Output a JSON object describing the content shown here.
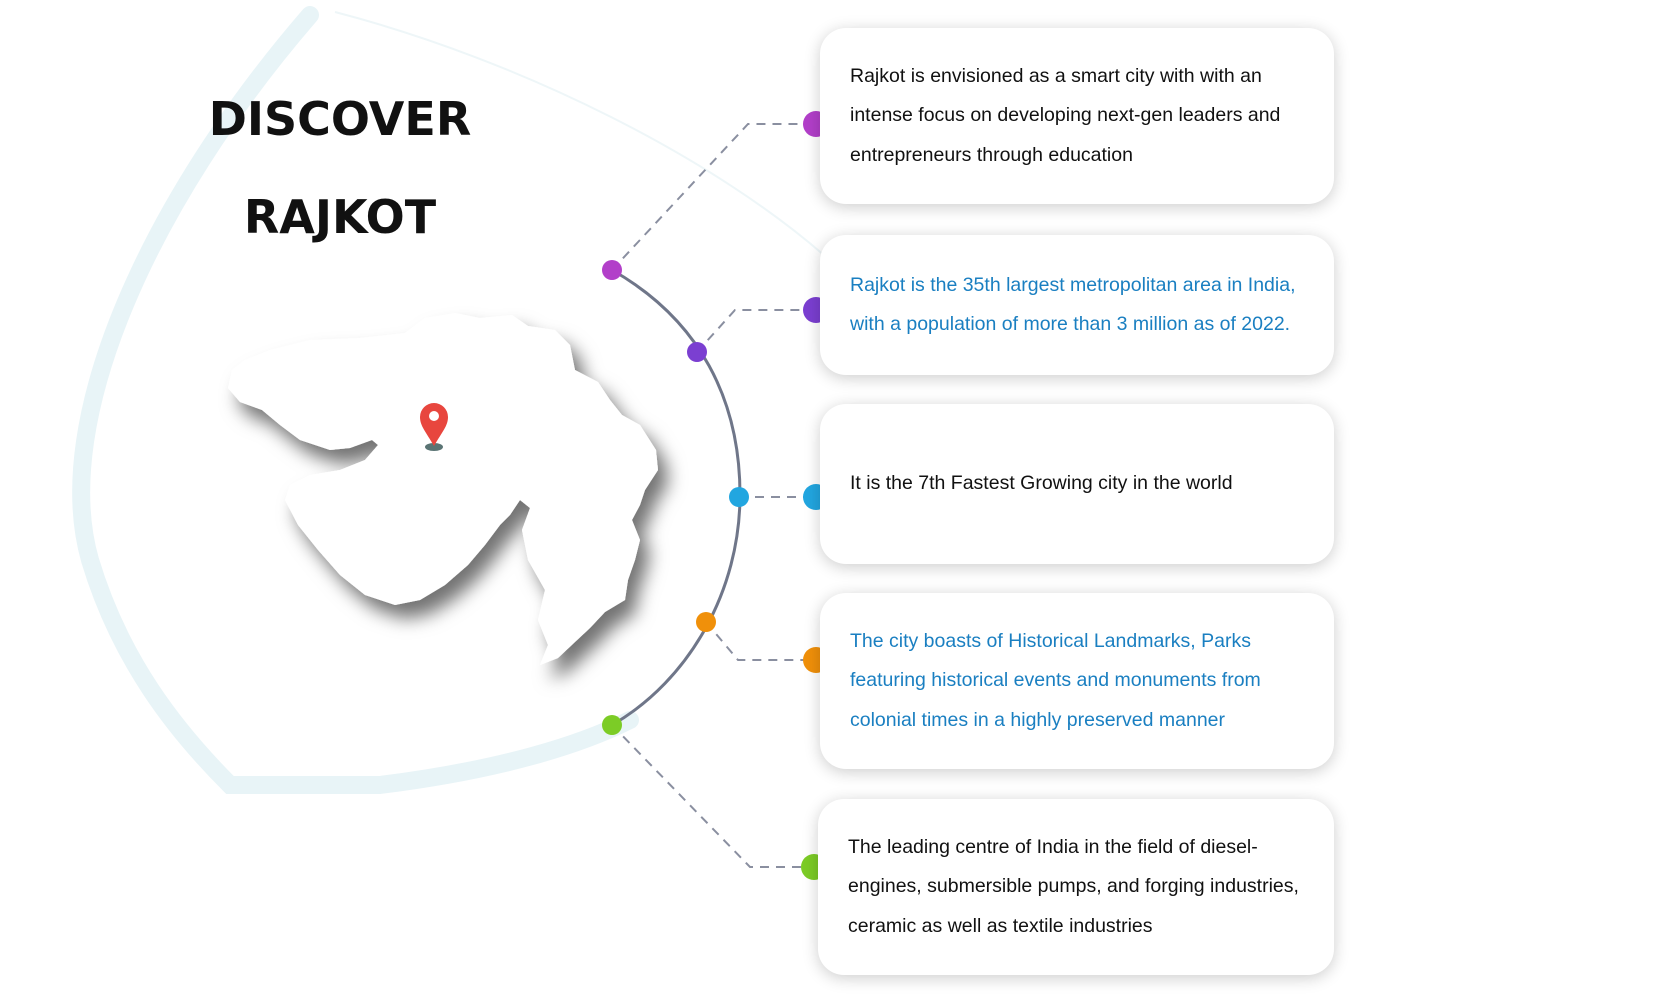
{
  "header": {
    "line1": "DISCOVER",
    "line2": "RAJKOT"
  },
  "map": {
    "region_icon": "gujarat-map-icon",
    "pin_icon": "location-pin-icon",
    "pin_color": "#e8463e"
  },
  "colors": {
    "text_dark": "#111111",
    "text_blue": "#1a7fc1",
    "arc": "#6f7689",
    "connector": "#8a8fa0"
  },
  "facts": [
    {
      "text": "Rajkot is envisioned as a smart city with with an intense focus on developing next-gen leaders and entrepreneurs through education",
      "dot_color": "#b23fc9"
    },
    {
      "text": "Rajkot is the 35th largest metropolitan area in India, with a population of more than 3 million as of 2022.",
      "dot_color": "#7b3fd1"
    },
    {
      "text": "It is the 7th Fastest Growing city in the world",
      "dot_color": "#22a6e0"
    },
    {
      "text": "The city boasts of Historical Landmarks, Parks featuring historical events and monuments from colonial times in a highly preserved manner",
      "dot_color": "#f0900a"
    },
    {
      "text": "The leading centre of India in the field of diesel-engines, submersible pumps, and forging industries, ceramic as well as textile industries",
      "dot_color": "#7ccc26"
    }
  ]
}
